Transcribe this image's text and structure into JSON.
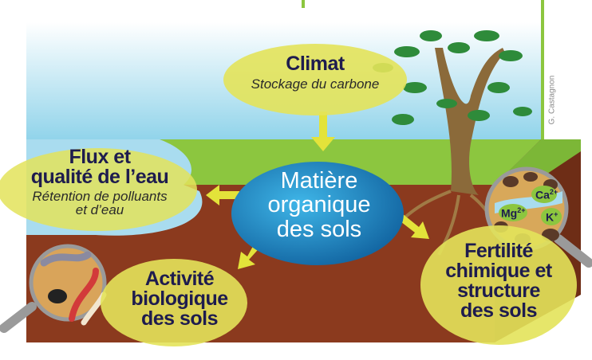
{
  "credit": "G. Castagnon",
  "bubbles": {
    "climat": {
      "title": "Climat",
      "subtitle": "Stockage du carbone"
    },
    "eau": {
      "title_line1": "Flux et",
      "title_line2": "qualité de l’eau",
      "subtitle_line1": "Rétention de polluants",
      "subtitle_line2": "et d’eau"
    },
    "matiere": {
      "line1": "Matière",
      "line2": "organique",
      "line3": "des sols"
    },
    "activite": {
      "line1": "Activité",
      "line2": "biologique",
      "line3": "des sols"
    },
    "fertilite": {
      "line1": "Fertilité",
      "line2": "chimique et",
      "line3": "structure",
      "line4": "des sols"
    }
  },
  "ions": {
    "ca": "Ca",
    "ca_charge": "2+",
    "mg": "Mg",
    "mg_charge": "2+",
    "k": "K",
    "k_charge": "+"
  },
  "colors": {
    "sky": "#9fd8ec",
    "grass": "#8cc63f",
    "soil": "#8b3a1e",
    "bubble": "#e3e35a",
    "center": "#1f8fc8",
    "text": "#1e1c4e"
  }
}
